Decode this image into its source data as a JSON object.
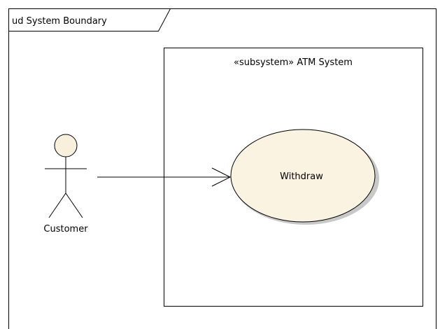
{
  "frame": {
    "label": "ud System Boundary"
  },
  "subsystem": {
    "label": "«subsystem» ATM System"
  },
  "actor": {
    "name": "Customer"
  },
  "use_case": {
    "name": "Withdraw"
  },
  "colors": {
    "line": "#000000",
    "actor_head_fill": "#f8f0dc",
    "use_case_fill": "#faf3e2",
    "use_case_shadow": "#c8c8c8",
    "background": "#ffffff"
  }
}
